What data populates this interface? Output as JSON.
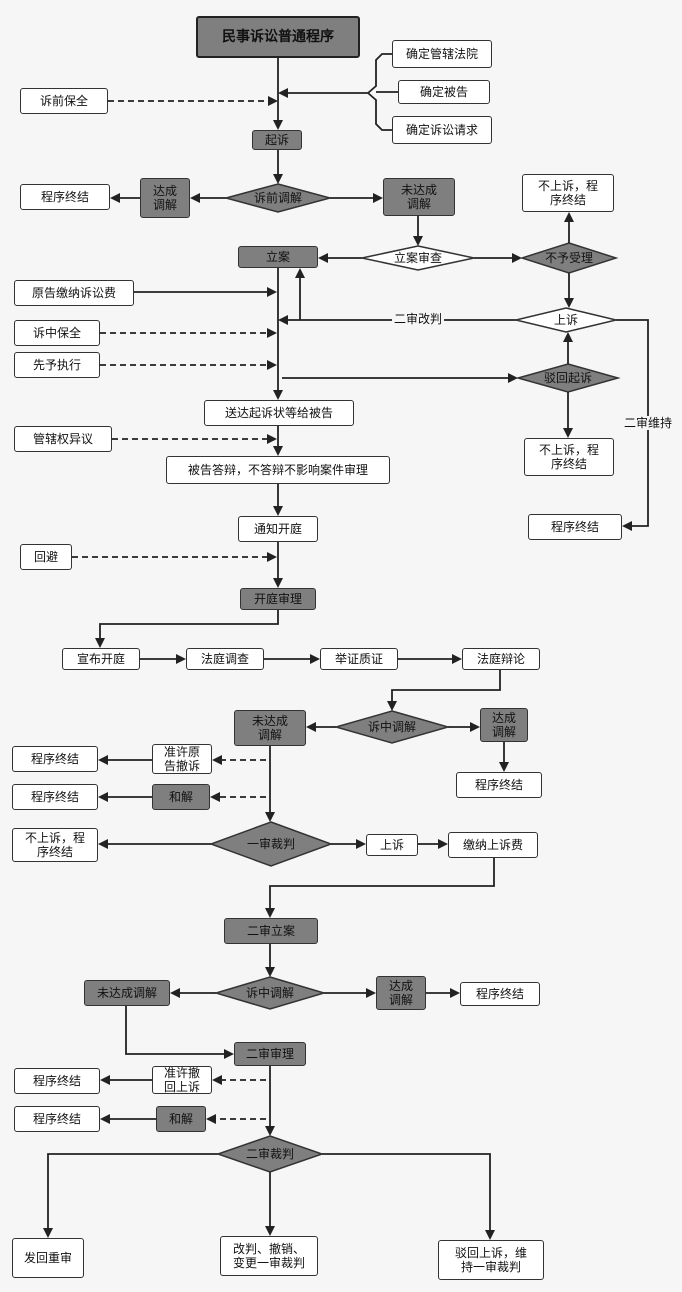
{
  "title": "民事诉讼普通程序",
  "nodes": {
    "confirm_court": "确定管辖法院",
    "confirm_defendant": "确定被告",
    "confirm_claim": "确定诉讼请求",
    "pre_preservation": "诉前保全",
    "sue": "起诉",
    "pre_mediation": "诉前调解",
    "mediated_a": "达成\n调解",
    "end_a": "程序终结",
    "not_mediated_a": "未达成\n调解",
    "case_filed": "立案",
    "case_review": "立案审查",
    "not_accepted": "不予受理",
    "no_appeal_a": "不上诉，程\n序终结",
    "plaintiff_fee": "原告缴纳诉讼费",
    "second_reversal": "二审改判",
    "appeal_a": "上诉",
    "mid_preservation": "诉中保全",
    "advance_execution": "先予执行",
    "dismiss": "驳回起诉",
    "serve_complaint": "送达起诉状等给被告",
    "jurisdiction_objection": "管辖权异议",
    "no_appeal_b": "不上诉，程\n序终结",
    "second_upheld": "二审维持",
    "defense": "被告答辩，不答辩不影响案件审理",
    "end_b": "程序终结",
    "notify_hearing": "通知开庭",
    "recusal": "回避",
    "trial": "开庭审理",
    "announce": "宣布开庭",
    "investigation": "法庭调查",
    "evidence": "举证质证",
    "debate": "法庭辩论",
    "not_mediated_b": "未达成\n调解",
    "mid_mediation_a": "诉中调解",
    "mediated_b": "达成\n调解",
    "end_c": "程序终结",
    "allow_withdraw": "准许原\n告撤诉",
    "end_d": "程序终结",
    "settle_a": "和解",
    "end_e": "程序终结",
    "no_appeal_c": "不上诉，程\n序终结",
    "first_judgment": "一审裁判",
    "appeal_b": "上诉",
    "appeal_fee": "缴纳上诉费",
    "second_filed": "二审立案",
    "not_mediated_c": "未达成调解",
    "mid_mediation_b": "诉中调解",
    "mediated_c": "达成\n调解",
    "end_f": "程序终结",
    "second_trial": "二审审理",
    "end_g": "程序终结",
    "allow_withdraw_appeal": "准许撤\n回上诉",
    "end_h": "程序终结",
    "settle_b": "和解",
    "second_judgment": "二审裁判",
    "remand": "发回重审",
    "revise": "改判、撤销、\n变更一审裁判",
    "reject_appeal": "驳回上诉，维\n持一审裁判"
  },
  "colors": {
    "gray": "#7f7f7f",
    "line": "#222222",
    "dash": "#333333",
    "bg": "#f6f6f6"
  }
}
